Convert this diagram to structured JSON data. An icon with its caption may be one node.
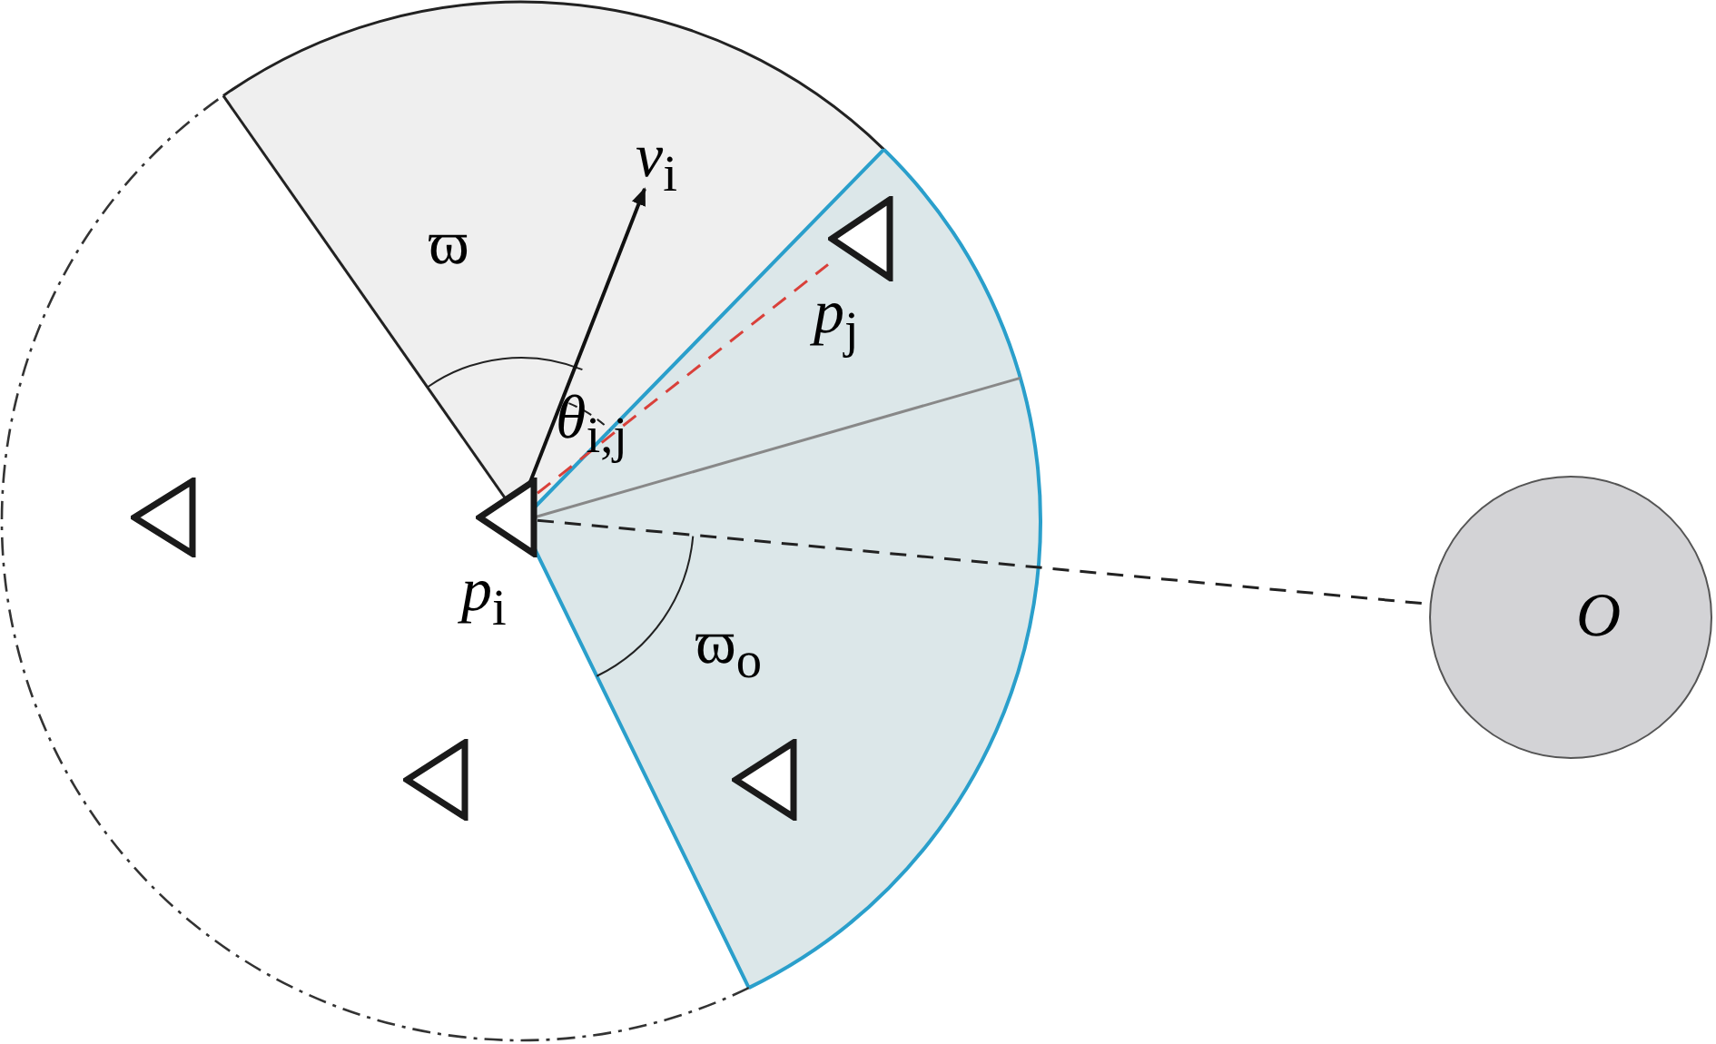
{
  "diagram": {
    "nodes": [
      {
        "text": [],
        "shape": "triangle",
        "beside": [
          "*p*$_{j}$"
        ]
      },
      {
        "text": [],
        "shape": "triangle"
      },
      {
        "text": [],
        "shape": "triangle",
        "beside": [
          "*p*$_{i}$"
        ]
      },
      {
        "text": [
          "O"
        ]
      },
      {
        "text": [],
        "shape": "triangle"
      },
      {
        "text": [],
        "shape": "triangle"
      }
    ],
    "edges": [
      {
        "from": 2,
        "to": 3,
        "arrow": "none",
        "style": "dashed"
      },
      {
        "from": 2,
        "to": 0,
        "arrow": "none",
        "style": "dashed",
        "color": "#d9403a"
      }
    ],
    "labels": [
      "ϖ",
      "*v*$_{i}$",
      "*θ*$_{i,j}$",
      "ϖ$_{o}$"
    ]
  }
}
